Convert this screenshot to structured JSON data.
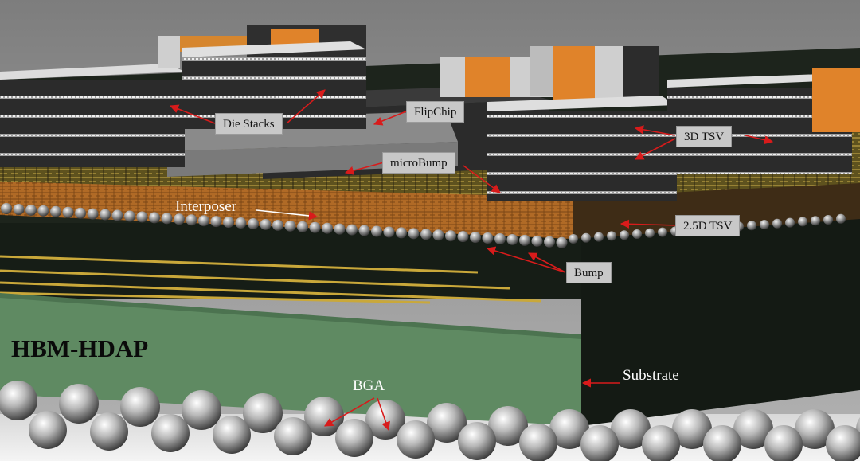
{
  "diagram": {
    "title": "HBM-HDAP",
    "labels": {
      "die_stacks": "Die Stacks",
      "flipchip": "FlipChip",
      "microbump": "microBump",
      "tsv_3d": "3D TSV",
      "interposer": "Interposer",
      "tsv_25d": "2.5D TSV",
      "bump": "Bump",
      "bga": "BGA",
      "substrate": "Substrate"
    },
    "colors": {
      "background_top": "#9a9a9a",
      "board_dark": "#161d16",
      "substrate_green": "#5f8a62",
      "interposer_orange": "#b06a26",
      "die_dark": "#2a2a2a",
      "die_light": "#cfcfcf",
      "orange_cap": "#e0832a",
      "arrow_red": "#d81b1b",
      "callout_bg": "#c8c8c8"
    }
  }
}
